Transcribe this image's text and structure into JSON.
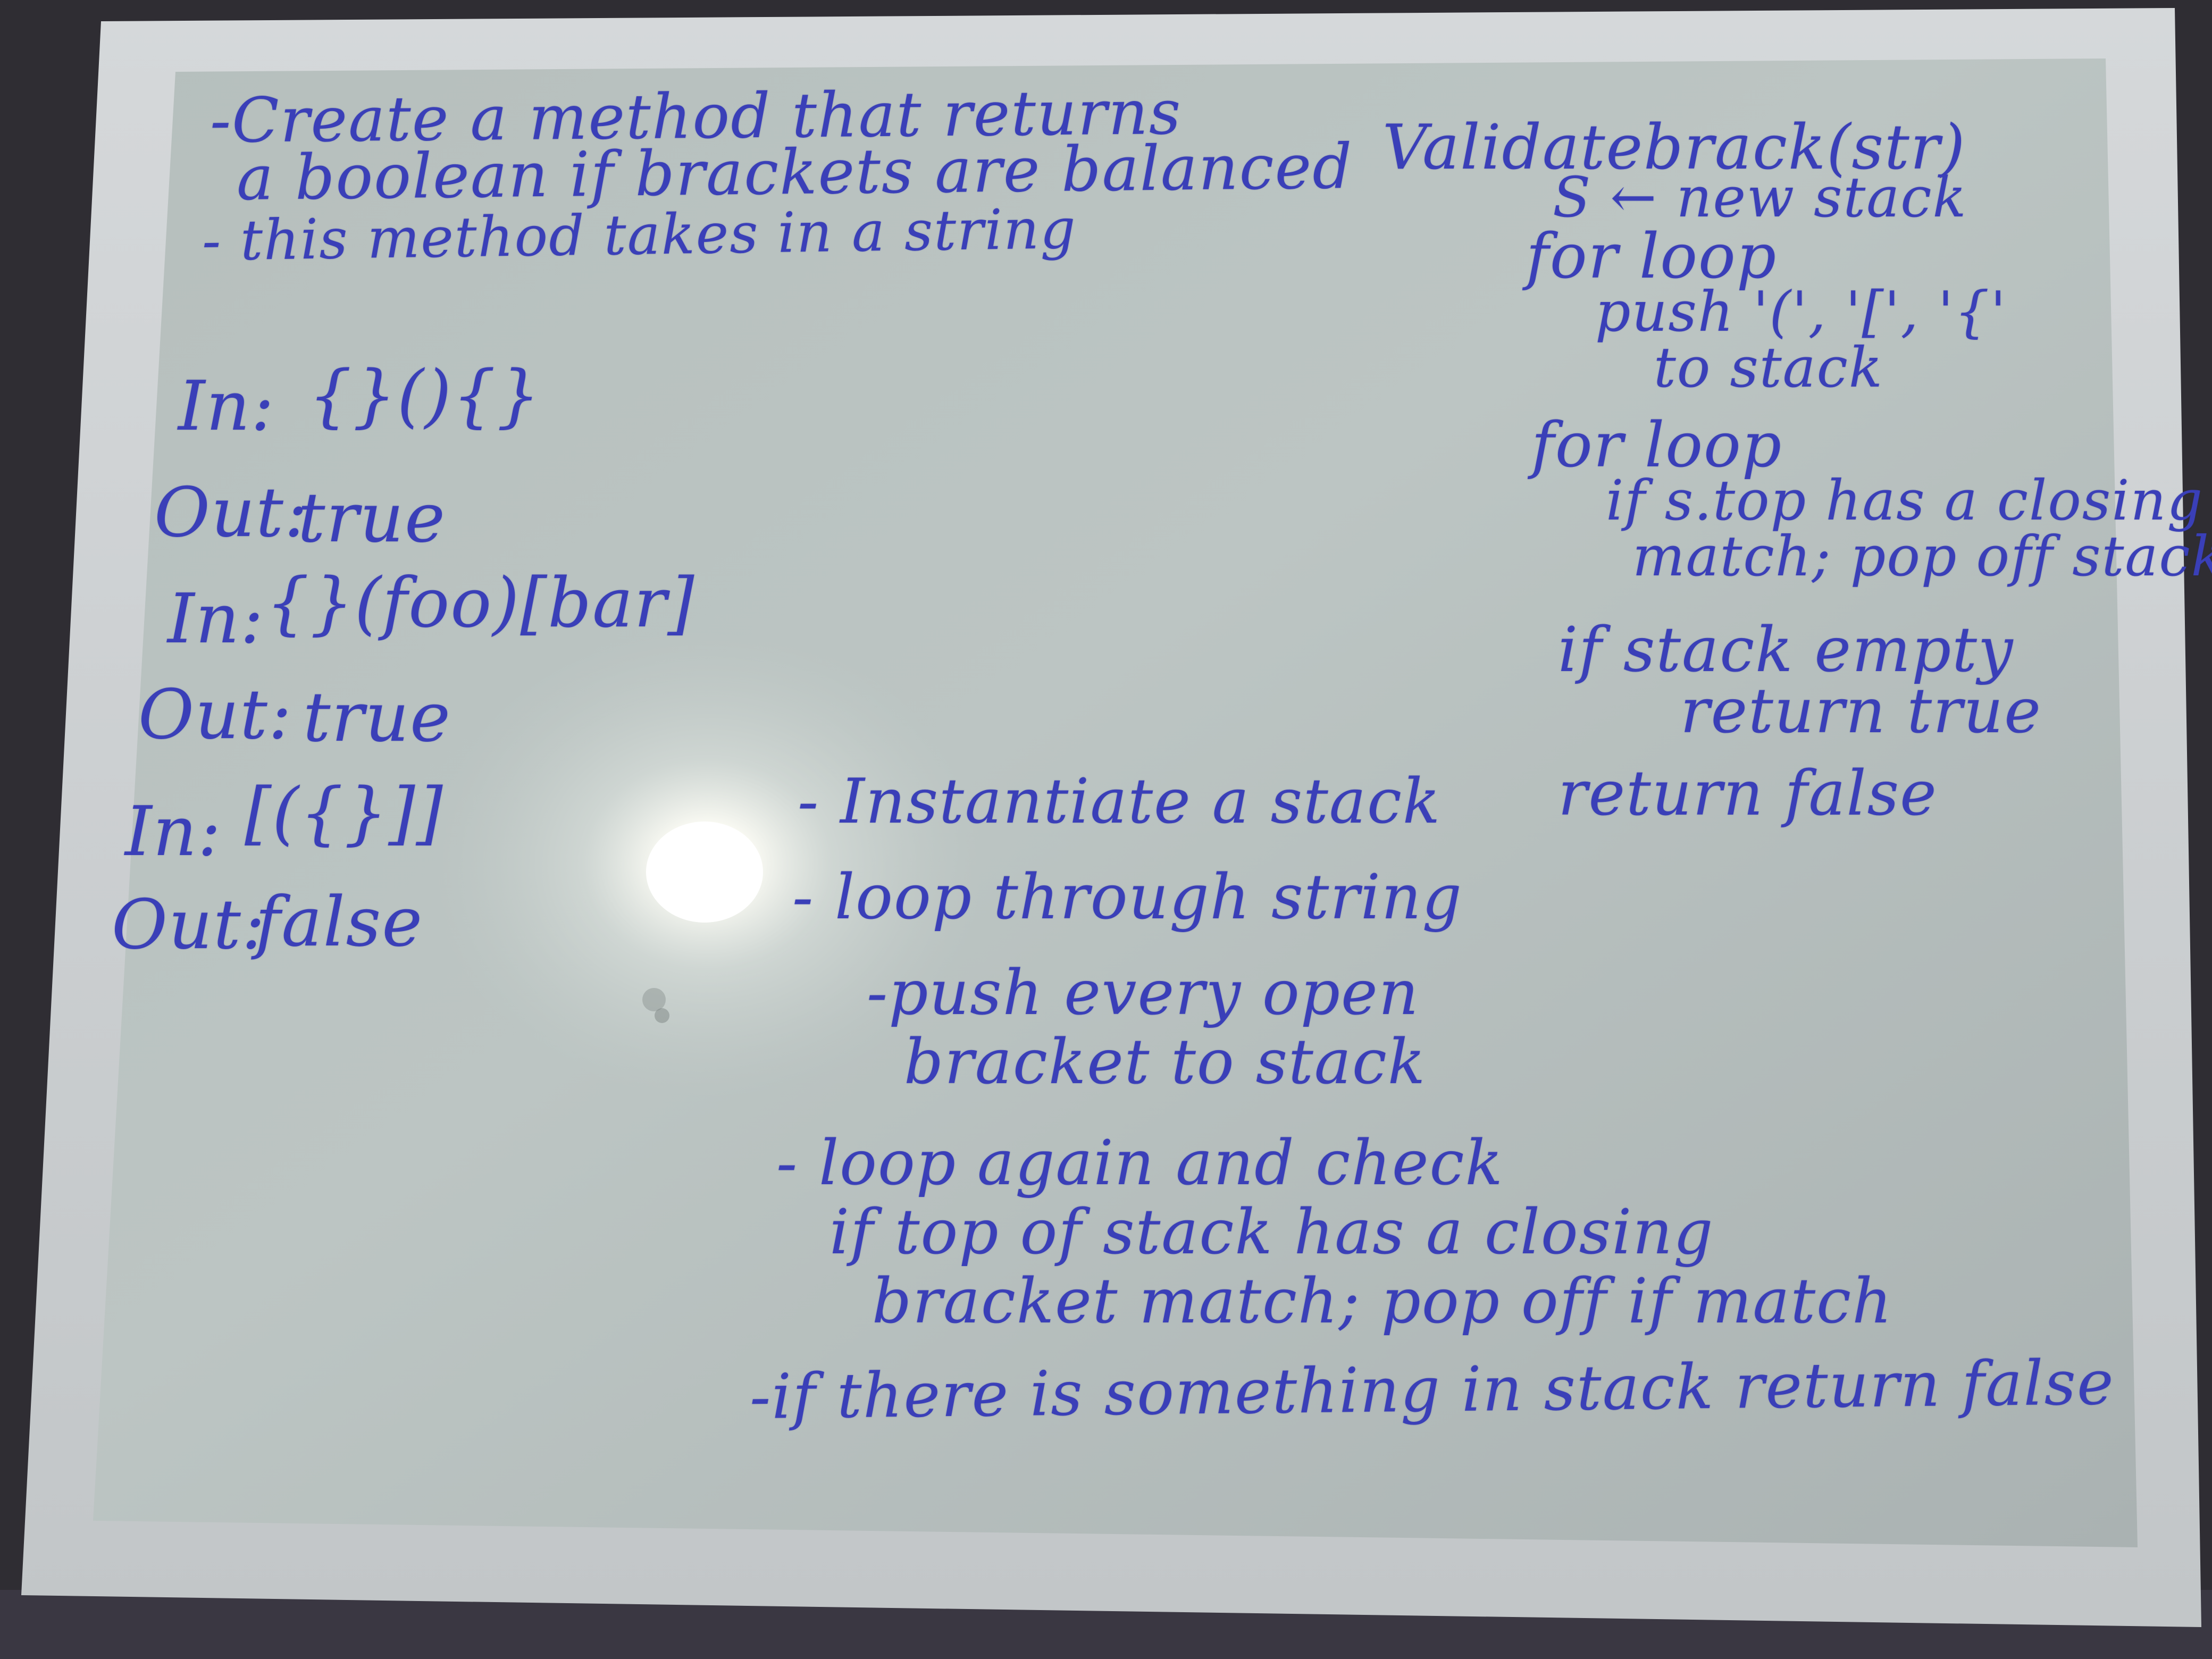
{
  "whiteboard": {
    "board_color": "#b9c2c0",
    "frame_color": "#d3d6d8",
    "ink_color": "#3a3fb8",
    "problem": {
      "line1": "-Create a method that returns",
      "line2": "a boolean if brackets are balanced",
      "line3": "- this method takes in a string"
    },
    "examples": [
      {
        "in_label": "In:",
        "in_value": "{}(){}",
        "out_label": "Out:",
        "out_value": "true"
      },
      {
        "in_label": "In:",
        "in_value": "{}(foo)[bar]",
        "out_label": "Out:",
        "out_value": "true"
      },
      {
        "in_label": "In:",
        "in_value": "[({}]]",
        "out_label": "Out:",
        "out_value": "false"
      }
    ],
    "approach": {
      "step1": "- Instantiate a stack",
      "step2": "- loop through string",
      "step2a_line1": "-push every open",
      "step2a_line2": "bracket to stack",
      "step3": "- loop again and check",
      "step3a_line1": "if top of stack has a closing",
      "step3a_line2": "bracket match; pop off if match",
      "step4": "-if there is something in stack return false"
    },
    "pseudocode": {
      "signature": "Validatebrack(str)",
      "line_new_stack": "S ← new stack",
      "line_for1": "for loop",
      "line_push1": "push '(', '[', '{'",
      "line_push2": "to stack",
      "line_for2": "for loop",
      "line_if1": "if s.top has a closing",
      "line_if2": "match; pop off stack",
      "line_empty1": "if stack empty",
      "line_empty2": "return true",
      "line_return_false": "return false"
    }
  }
}
